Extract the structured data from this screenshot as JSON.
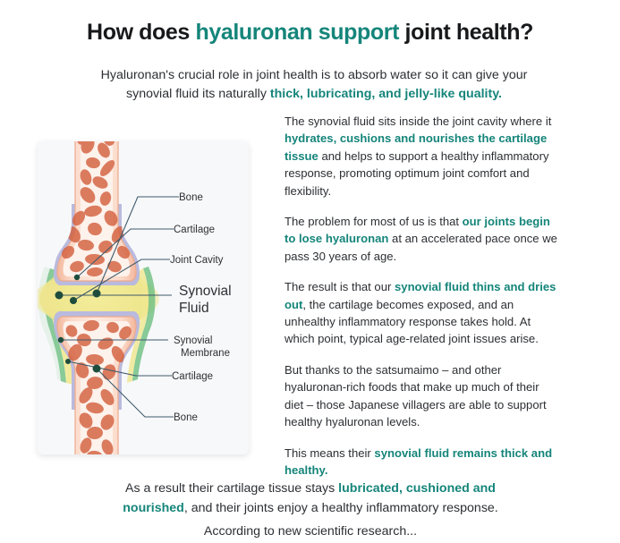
{
  "headline": {
    "part1": "How does ",
    "highlight": "hyaluronan support",
    "part2": " joint health?"
  },
  "intro": {
    "text": "Hyaluronan's crucial role in joint health is to absorb water so it can give your synovial fluid its naturally ",
    "highlight": "thick, lubricating, and jelly-like quality."
  },
  "illustration": {
    "alt_name": "synovial-joint-cross-section",
    "labels": [
      {
        "key": "bone_top",
        "text": "Bone"
      },
      {
        "key": "cartilage_top",
        "text": "Cartilage"
      },
      {
        "key": "joint_cavity",
        "text": "Joint Cavity"
      },
      {
        "key": "synovial_fluid_1",
        "text": "Synovial"
      },
      {
        "key": "synovial_fluid_2",
        "text": "Fluid"
      },
      {
        "key": "synovial_membrane_1",
        "text": "Synovial"
      },
      {
        "key": "synovial_membrane_2",
        "text": "Membrane"
      },
      {
        "key": "cartilage_bottom",
        "text": "Cartilage"
      },
      {
        "key": "bone_bottom",
        "text": "Bone"
      }
    ],
    "colors": {
      "bone_outer": "#f6c9b4",
      "bone_marrow": "#fdeee7",
      "trabeculae": "#d45f3c",
      "cartilage": "#b9bade",
      "synovial_fluid": "#f0e892",
      "synovial_membrane": "#7fc98c",
      "capsule": "#dbe7e3",
      "leader_line": "#3f5a6b",
      "anchor_dot": "#1f4d3d",
      "card_bg": "#f7f8fa"
    }
  },
  "body": {
    "paragraphs": [
      {
        "id": "p1",
        "runs": [
          {
            "t": "The synovial fluid sits inside the joint cavity where it ",
            "b": false
          },
          {
            "t": "hydrates, cushions and nourishes the cartilage tissue",
            "b": true
          },
          {
            "t": " and helps to support a healthy inflammatory response, promoting optimum joint comfort and flexibility.",
            "b": false
          }
        ]
      },
      {
        "id": "p2",
        "runs": [
          {
            "t": "The problem for most of us is that ",
            "b": false
          },
          {
            "t": "our joints begin to lose hyaluronan",
            "b": true
          },
          {
            "t": " at an accelerated pace once we pass 30 years of age.",
            "b": false
          }
        ]
      },
      {
        "id": "p3",
        "runs": [
          {
            "t": "The result is that our ",
            "b": false
          },
          {
            "t": "synovial fluid thins and dries out",
            "b": true
          },
          {
            "t": ", the cartilage becomes exposed, and an unhealthy inflammatory response takes hold. At which point, typical age-related joint issues arise.",
            "b": false
          }
        ]
      },
      {
        "id": "p4",
        "runs": [
          {
            "t": "But thanks to the satsumaimo – and other hyaluronan-rich foods that make up much of their diet – those Japanese villagers are able to support healthy hyaluronan levels.",
            "b": false
          }
        ]
      },
      {
        "id": "p5",
        "runs": [
          {
            "t": "This means their ",
            "b": false
          },
          {
            "t": "synovial fluid remains thick and healthy.",
            "b": true
          }
        ]
      }
    ]
  },
  "footer": {
    "line1_a": "As a result their cartilage tissue stays ",
    "line1_hl": "lubricated, cushioned and nourished",
    "line1_b": ", and their joints enjoy a healthy inflammatory response.",
    "line2": "According to new scientific research..."
  },
  "theme": {
    "accent": "#15857a",
    "text": "#2c2f33",
    "heading": "#18191b",
    "background": "#ffffff"
  }
}
